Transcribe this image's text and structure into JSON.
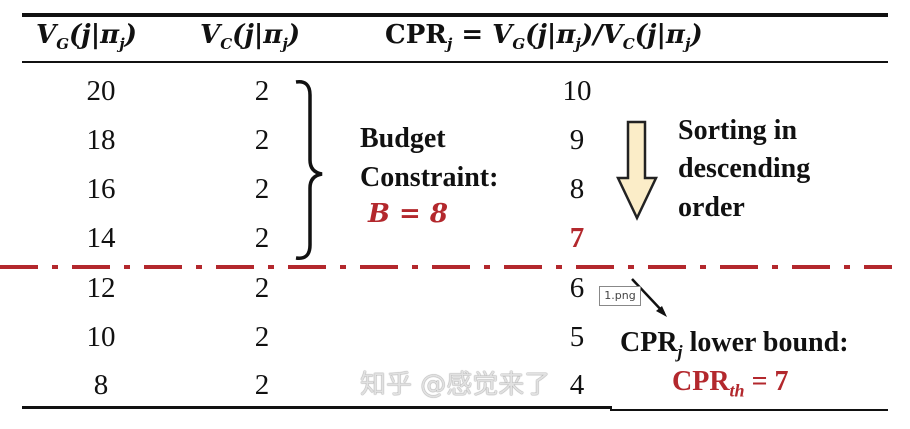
{
  "header": {
    "col1": {
      "main": "V",
      "sub": "G",
      "arg": "(j|π",
      "argsub": "j",
      "close": ")"
    },
    "col2": {
      "main": "V",
      "sub": "C",
      "arg": "(j|π",
      "argsub": "j",
      "close": ")"
    },
    "col3": {
      "cpr": "CPR",
      "cprsub": "j",
      "eq": " = V",
      "sub1": "G",
      "mid": "(j|π",
      "msub": "j",
      "slash": ")/V",
      "sub2": "C",
      "end": "(j|π",
      "esub": "j",
      "close": ")"
    }
  },
  "rows": [
    {
      "vg": "20",
      "vc": "2",
      "cpr": "10"
    },
    {
      "vg": "18",
      "vc": "2",
      "cpr": "9"
    },
    {
      "vg": "16",
      "vc": "2",
      "cpr": "8"
    },
    {
      "vg": "14",
      "vc": "2",
      "cpr": "7"
    },
    {
      "vg": "12",
      "vc": "2",
      "cpr": "6"
    },
    {
      "vg": "10",
      "vc": "2",
      "cpr": "5"
    },
    {
      "vg": "8",
      "vc": "2",
      "cpr": "4"
    }
  ],
  "budget": {
    "line1": "Budget",
    "line2": "Constraint:",
    "value": "B = 8"
  },
  "sorting": {
    "line1": "Sorting in",
    "line2": "descending",
    "line3": "order"
  },
  "lower_bound": {
    "label": "CPR",
    "sub": "j",
    "rest": " lower bound:",
    "th_label": "CPR",
    "th_sub": "th",
    "th_value": "= 7"
  },
  "tooltip": "1.png",
  "watermark": "知乎 @感觉来了",
  "colors": {
    "accent_red": "#b3282d",
    "arrow_fill": "#fbedc8",
    "arrow_stroke": "#222222"
  }
}
